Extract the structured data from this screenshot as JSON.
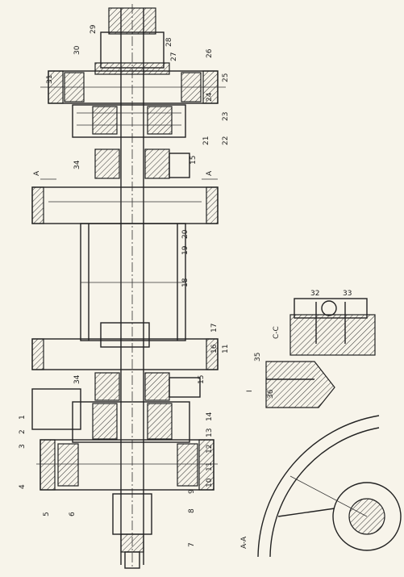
{
  "drawing": {
    "part_numbers_right": [
      "26",
      "25",
      "24",
      "23",
      "22",
      "21",
      "15",
      "20",
      "19",
      "18",
      "17",
      "16",
      "11",
      "15",
      "14",
      "13",
      "12",
      "11",
      "10",
      "9",
      "8",
      "7"
    ],
    "part_numbers_left": [
      "31",
      "30",
      "29",
      "28",
      "27",
      "34",
      "34",
      "1",
      "2",
      "3",
      "4",
      "5",
      "6"
    ],
    "section_cut_labels": [
      "A",
      "A"
    ],
    "callout_numbers_detail": [
      "32",
      "33",
      "35",
      "36"
    ],
    "section_titles": [
      "C-C",
      "I",
      "A-A"
    ]
  }
}
